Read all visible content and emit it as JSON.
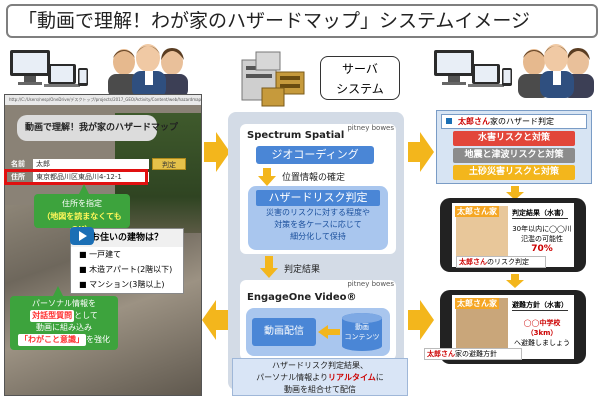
{
  "title": "「動画で理解！わが家のハザードマップ」システムイメージ",
  "left": {
    "url": "http://C:/Users/nesp/OneDrive/デスクトップ/projects/2017_GEO/Activity/Content/web/hazardmap.html",
    "app_title": "動画で理解！我が家のハザードマップ",
    "name_label": "名前",
    "name_value": "太郎",
    "address_label": "住所",
    "address_value": "東京都品川区東品川4-12-1",
    "judge_button": "判定",
    "address_note_line1": "住所を指定",
    "address_note_line2": "（地図を読まなくてもOK）",
    "question": "お住いの建物は？",
    "options": [
      "一戸建て",
      "木造アパート(2階以下)",
      "マンション(3階以上)"
    ],
    "personal_note_line1": "パーソナル情報を",
    "personal_note_hl": "対話型質問",
    "personal_note_line2": "として",
    "personal_note_line3": "動画に組み込み",
    "personal_note_hl2": "「わがこと意識」",
    "personal_note_line4": "を強化"
  },
  "center": {
    "server_line1": "サーバ",
    "server_line2": "システム",
    "spectrum_title": "Spectrum Spatial",
    "pb_brand": "pitney bowes",
    "geocoding": "ジオコーディング",
    "position_confirmed": "位置情報の確定",
    "hazard_risk": "ハザードリスク判定",
    "hazard_desc_line1": "災害のリスクに対する程度や",
    "hazard_desc_line2": "対策を各ケースに応じて",
    "hazard_desc_line3": "細分化して保持",
    "judge_result": "判定結果",
    "engage_title": "EngageOne Video®",
    "video_delivery": "動画配信",
    "video_content_line1": "動画",
    "video_content_line2": "コンテンツ",
    "bottom_line1": "ハザードリスク判定結果、",
    "bottom_line2a": "パーソナル情報より",
    "bottom_line2_hl": "リアルタイム",
    "bottom_line2b": "に",
    "bottom_line3": "動画を組合せて配信"
  },
  "right": {
    "panel_title_name": "太郎さん",
    "panel_title_rest": "家のハザード判定",
    "rows": [
      "水害リスクと対策",
      "地震と津波リスクと対策",
      "土砂災害リスクと対策"
    ],
    "row_colors": [
      "#e2463a",
      "#8c8c8c",
      "#f3b61c"
    ],
    "phone1_name": "太郎さん家",
    "phone1_result_title": "判定結果（水害）",
    "phone1_line1": "30年以内に◯◯川",
    "phone1_line2": "氾濫の可能性",
    "phone1_pct": "70%",
    "phone1_caption_name": "太郎さん",
    "phone1_caption_rest": "のリスク判定",
    "phone2_name": "太郎さん家",
    "phone2_title": "避難方針（水害）",
    "phone2_line1": "◯◯中学校",
    "phone2_line2": "（3km）",
    "phone2_line3": "へ避難しましょう",
    "phone2_caption_name": "太郎さん",
    "phone2_caption_rest": "家の避難方針"
  }
}
